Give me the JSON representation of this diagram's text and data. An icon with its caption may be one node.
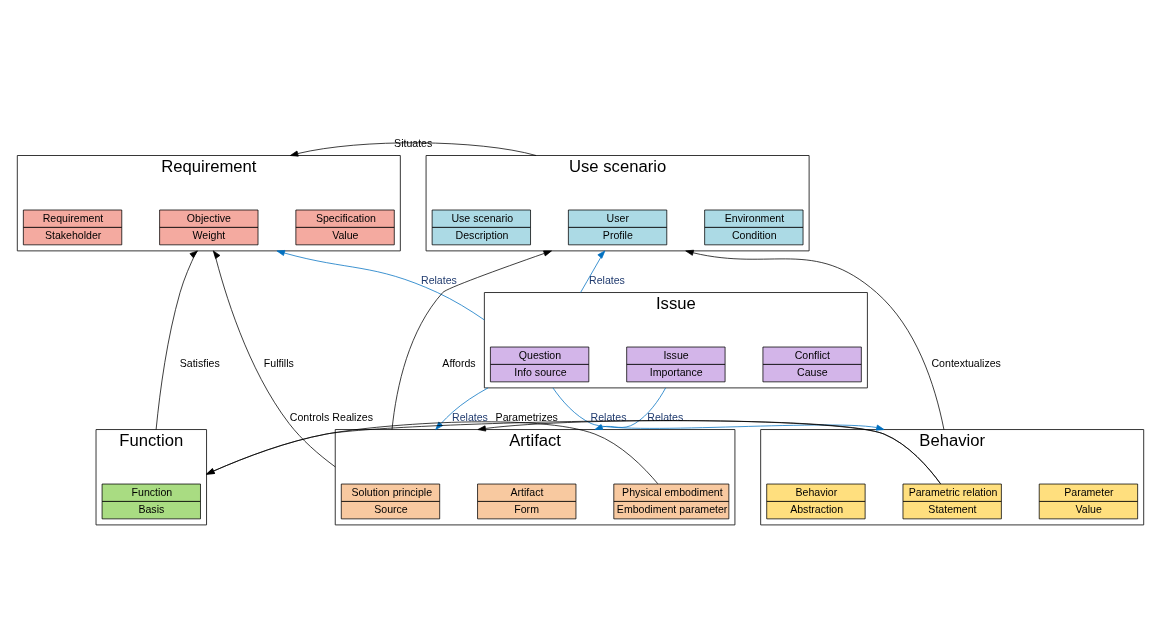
{
  "diagram": {
    "nodes": [
      {
        "text": [
          "Requirement"
        ]
      },
      {
        "text": [
          "Requirement",
          "Stakeholder"
        ],
        "in": 0
      },
      {
        "text": [
          "Objective",
          "Weight"
        ],
        "in": 0
      },
      {
        "text": [
          "Specification",
          "Value"
        ],
        "in": 0
      },
      {
        "text": [
          "Use scenario"
        ]
      },
      {
        "text": [
          "Use scenario",
          "Description"
        ],
        "in": 4
      },
      {
        "text": [
          "User",
          "Profile"
        ],
        "in": 4
      },
      {
        "text": [
          "Environment",
          "Condition"
        ],
        "in": 4
      },
      {
        "text": [
          "Issue"
        ]
      },
      {
        "text": [
          "Issue",
          "Importance"
        ],
        "in": 8
      },
      {
        "text": [
          "Question",
          "Info source"
        ],
        "in": 8
      },
      {
        "text": [
          "Conflict",
          "Cause"
        ],
        "in": 8
      },
      {
        "text": [
          "Function"
        ]
      },
      {
        "text": [
          "Function",
          "Basis"
        ],
        "in": 12
      },
      {
        "text": [
          "Artifact"
        ]
      },
      {
        "text": [
          "Artifact",
          "Form"
        ],
        "in": 14
      },
      {
        "text": [
          "Solution principle",
          "Source"
        ],
        "in": 14
      },
      {
        "text": [
          "Physical embodiment",
          "Embodiment parameter"
        ],
        "in": 14
      },
      {
        "text": [
          "Behavior"
        ]
      },
      {
        "text": [
          "Behavior",
          "Abstraction"
        ],
        "in": 18
      },
      {
        "text": [
          "Parametric relation",
          "Statement"
        ],
        "in": 18
      },
      {
        "text": [
          "Parameter",
          "Value"
        ],
        "in": 18
      }
    ],
    "edges": [
      {
        "from": 4,
        "to": 0,
        "arrow": "to",
        "label": "Situates"
      },
      {
        "from": 12,
        "to": 0,
        "arrow": "to",
        "label": "Satisfies"
      },
      {
        "from": 14,
        "to": 0,
        "arrow": "to",
        "label": "Fulfills"
      },
      {
        "from": 14,
        "to": 4,
        "arrow": "to",
        "label": "Affords"
      },
      {
        "from": 18,
        "to": 4,
        "arrow": "to",
        "label": "Contextualizes"
      },
      {
        "from": 8,
        "to": 0,
        "arrow": "to",
        "label": "Relates",
        "color": "#0070c0"
      },
      {
        "from": 8,
        "to": 4,
        "arrow": "to",
        "label": "Relates",
        "color": "#0070c0"
      },
      {
        "from": 8,
        "to": 14,
        "arrow": "to",
        "label": "Relates",
        "color": "#0070c0"
      },
      {
        "from": 8,
        "to": 14,
        "arrow": "to",
        "label": "Relates",
        "color": "#0070c0"
      },
      {
        "from": 8,
        "to": 18,
        "arrow": "to",
        "label": "Relates",
        "color": "#0070c0"
      },
      {
        "from": 17,
        "to": 12,
        "arrow": "to",
        "label": "Realizes"
      },
      {
        "from": 20,
        "to": 12,
        "arrow": "to",
        "label": "Controls"
      },
      {
        "from": 20,
        "to": 14,
        "arrow": "to",
        "label": "Parametrizes"
      }
    ]
  }
}
